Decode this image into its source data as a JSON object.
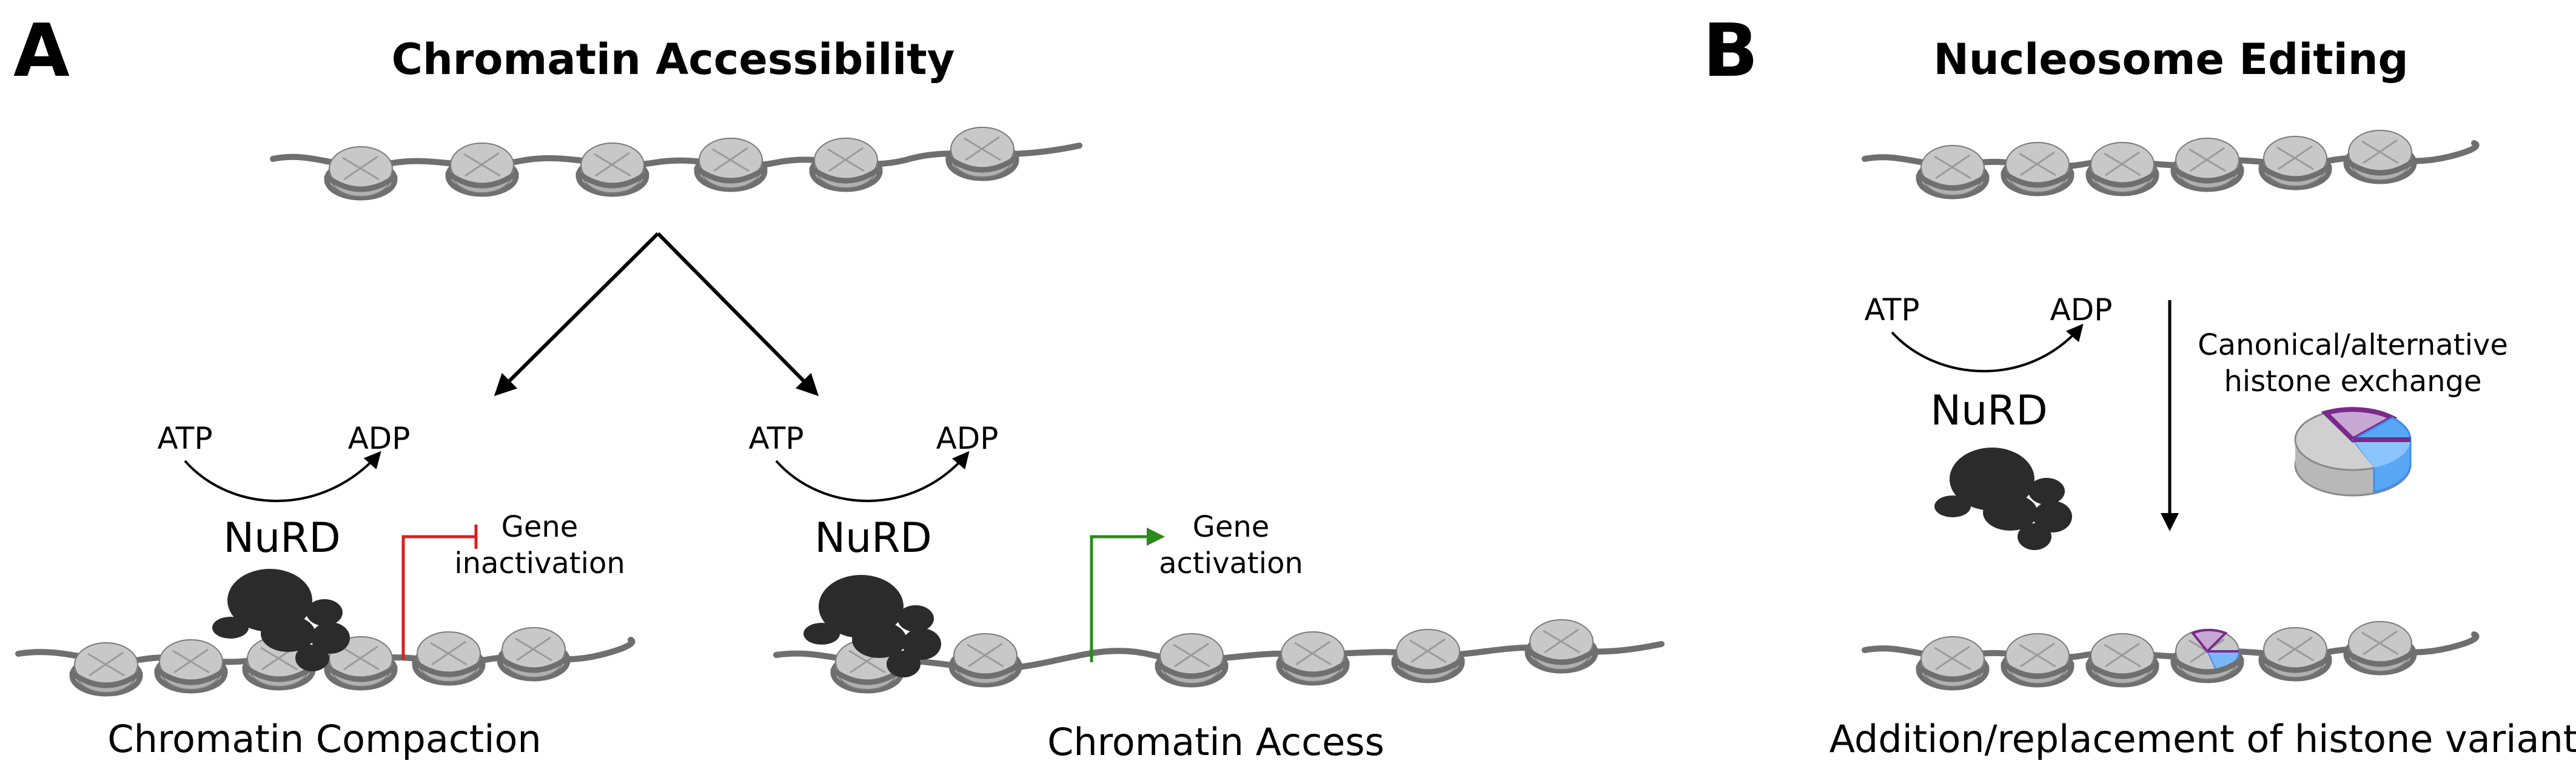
{
  "panel_a": {
    "letter": "A",
    "title": "Chromatin Accessibility",
    "left": {
      "atp": "ATP",
      "adp": "ADP",
      "complex": "NuRD",
      "gene_line1": "Gene",
      "gene_line2": "inactivation",
      "caption": "Chromatin Compaction"
    },
    "right": {
      "atp": "ATP",
      "adp": "ADP",
      "complex": "NuRD",
      "gene_line1": "Gene",
      "gene_line2": "activation",
      "caption": "Chromatin Access"
    }
  },
  "panel_b": {
    "letter": "B",
    "title": "Nucleosome Editing",
    "atp": "ATP",
    "adp": "ADP",
    "complex": "NuRD",
    "exchange_line1": "Canonical/alternative",
    "exchange_line2": "histone exchange",
    "caption": "Addition/replacement of histone variants"
  },
  "colors": {
    "dna": "#6f6f6f",
    "nucleosome": "#c8c8c8",
    "nucleosome_edge": "#7a7a7a",
    "complex": "#2b2b2b",
    "inactivation": "#d62020",
    "activation": "#2a8a1a",
    "variant_purple": "#7a2a8a",
    "variant_blue": "#3a8ef0"
  }
}
